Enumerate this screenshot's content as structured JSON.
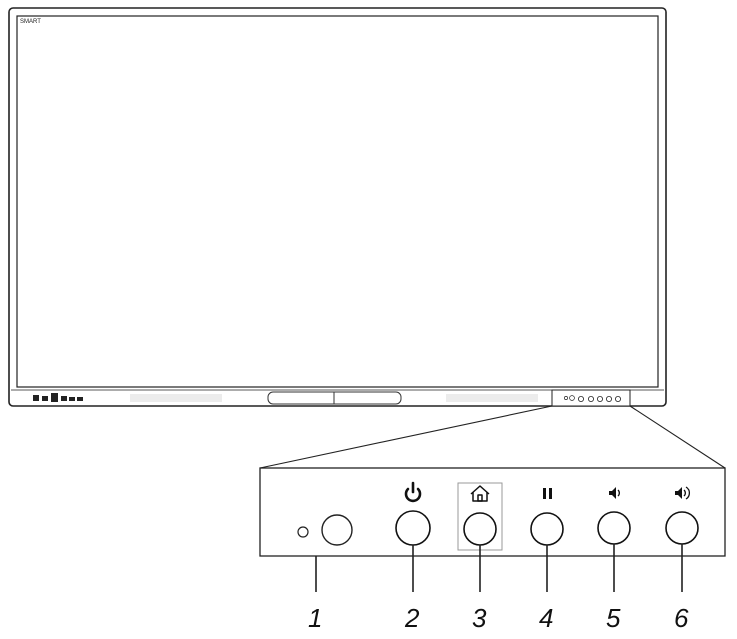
{
  "display": {
    "brand_logo": "SMART",
    "front_panel_ports": [
      "usb-port",
      "usb-port",
      "hdmi-port",
      "usb-port",
      "usb-port",
      "usb-port"
    ],
    "bottom_left_ports": [
      "power-port",
      "usb-port",
      "hdmi-port",
      "network-port",
      "usb-port",
      "usb-port"
    ]
  },
  "callout": {
    "items": [
      {
        "number": "1",
        "label": "",
        "icon": "ambient-light-sensor-icon"
      },
      {
        "number": "2",
        "label": "",
        "icon": "power-icon"
      },
      {
        "number": "3",
        "label": "",
        "icon": "home-icon"
      },
      {
        "number": "4",
        "label": "",
        "icon": "pause-icon"
      },
      {
        "number": "5",
        "label": "",
        "icon": "volume-down-icon"
      },
      {
        "number": "6",
        "label": "",
        "icon": "volume-up-icon"
      }
    ]
  }
}
